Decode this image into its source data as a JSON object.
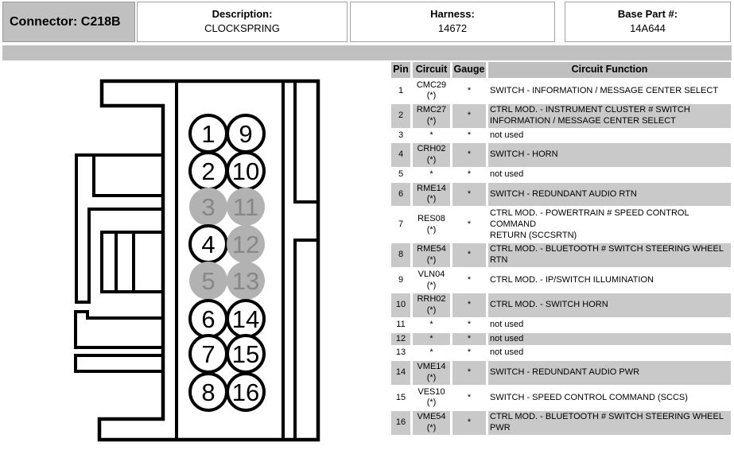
{
  "header": {
    "connector_label": "Connector: C218B",
    "description_label": "Description:",
    "description_value": "CLOCKSPRING",
    "harness_label": "Harness:",
    "harness_value": "14672",
    "base_part_label": "Base Part #:",
    "base_part_value": "14A644"
  },
  "table": {
    "columns": [
      "Pin",
      "Circuit",
      "Gauge",
      "Circuit Function"
    ],
    "rows": [
      {
        "pin": "1",
        "circuit": "CMC29\n(*)",
        "gauge": "*",
        "function": "SWITCH - INFORMATION / MESSAGE CENTER SELECT"
      },
      {
        "pin": "2",
        "circuit": "RMC27\n(*)",
        "gauge": "*",
        "function": "CTRL MOD. - INSTRUMENT CLUSTER # SWITCH\nINFORMATION / MESSAGE CENTER SELECT"
      },
      {
        "pin": "3",
        "circuit": "*",
        "gauge": "*",
        "function": "not used"
      },
      {
        "pin": "4",
        "circuit": "CRH02\n(*)",
        "gauge": "*",
        "function": "SWITCH - HORN"
      },
      {
        "pin": "5",
        "circuit": "*",
        "gauge": "*",
        "function": "not used"
      },
      {
        "pin": "6",
        "circuit": "RME14\n(*)",
        "gauge": "*",
        "function": "SWITCH - REDUNDANT AUDIO RTN"
      },
      {
        "pin": "7",
        "circuit": "RES08\n(*)",
        "gauge": "*",
        "function": "CTRL MOD. - POWERTRAIN # SPEED CONTROL COMMAND\nRETURN (SCCSRTN)"
      },
      {
        "pin": "8",
        "circuit": "RME54\n(*)",
        "gauge": "*",
        "function": "CTRL MOD. - BLUETOOTH # SWITCH STEERING WHEEL RTN"
      },
      {
        "pin": "9",
        "circuit": "VLN04 (*)",
        "gauge": "*",
        "function": "CTRL MOD. - IP/SWITCH ILLUMINATION"
      },
      {
        "pin": "10",
        "circuit": "RRH02\n(*)",
        "gauge": "*",
        "function": "CTRL MOD. - SWITCH HORN"
      },
      {
        "pin": "11",
        "circuit": "*",
        "gauge": "*",
        "function": "not used"
      },
      {
        "pin": "12",
        "circuit": "*",
        "gauge": "*",
        "function": "not used"
      },
      {
        "pin": "13",
        "circuit": "*",
        "gauge": "*",
        "function": "not used"
      },
      {
        "pin": "14",
        "circuit": "VME14\n(*)",
        "gauge": "*",
        "function": "SWITCH - REDUNDANT AUDIO PWR"
      },
      {
        "pin": "15",
        "circuit": "VES10\n(*)",
        "gauge": "*",
        "function": "SWITCH - SPEED CONTROL COMMAND (SCCS)"
      },
      {
        "pin": "16",
        "circuit": "VME54\n(*)",
        "gauge": "*",
        "function": "CTRL MOD. - BLUETOOTH # SWITCH STEERING WHEEL\nPWR"
      }
    ]
  },
  "diagram": {
    "left_column_pins": [
      1,
      2,
      3,
      4,
      5,
      6,
      7,
      8
    ],
    "right_column_pins": [
      9,
      10,
      11,
      12,
      13,
      14,
      15,
      16
    ],
    "unused_pins": [
      3,
      5,
      11,
      12,
      13
    ]
  },
  "colors": {
    "panel_gray": "#c0c0c0",
    "row_gray": "#c9c9c9",
    "header_gray": "#bfbfbf",
    "unused_pin_fill": "#b2b2b2",
    "unused_pin_text": "#878787"
  }
}
